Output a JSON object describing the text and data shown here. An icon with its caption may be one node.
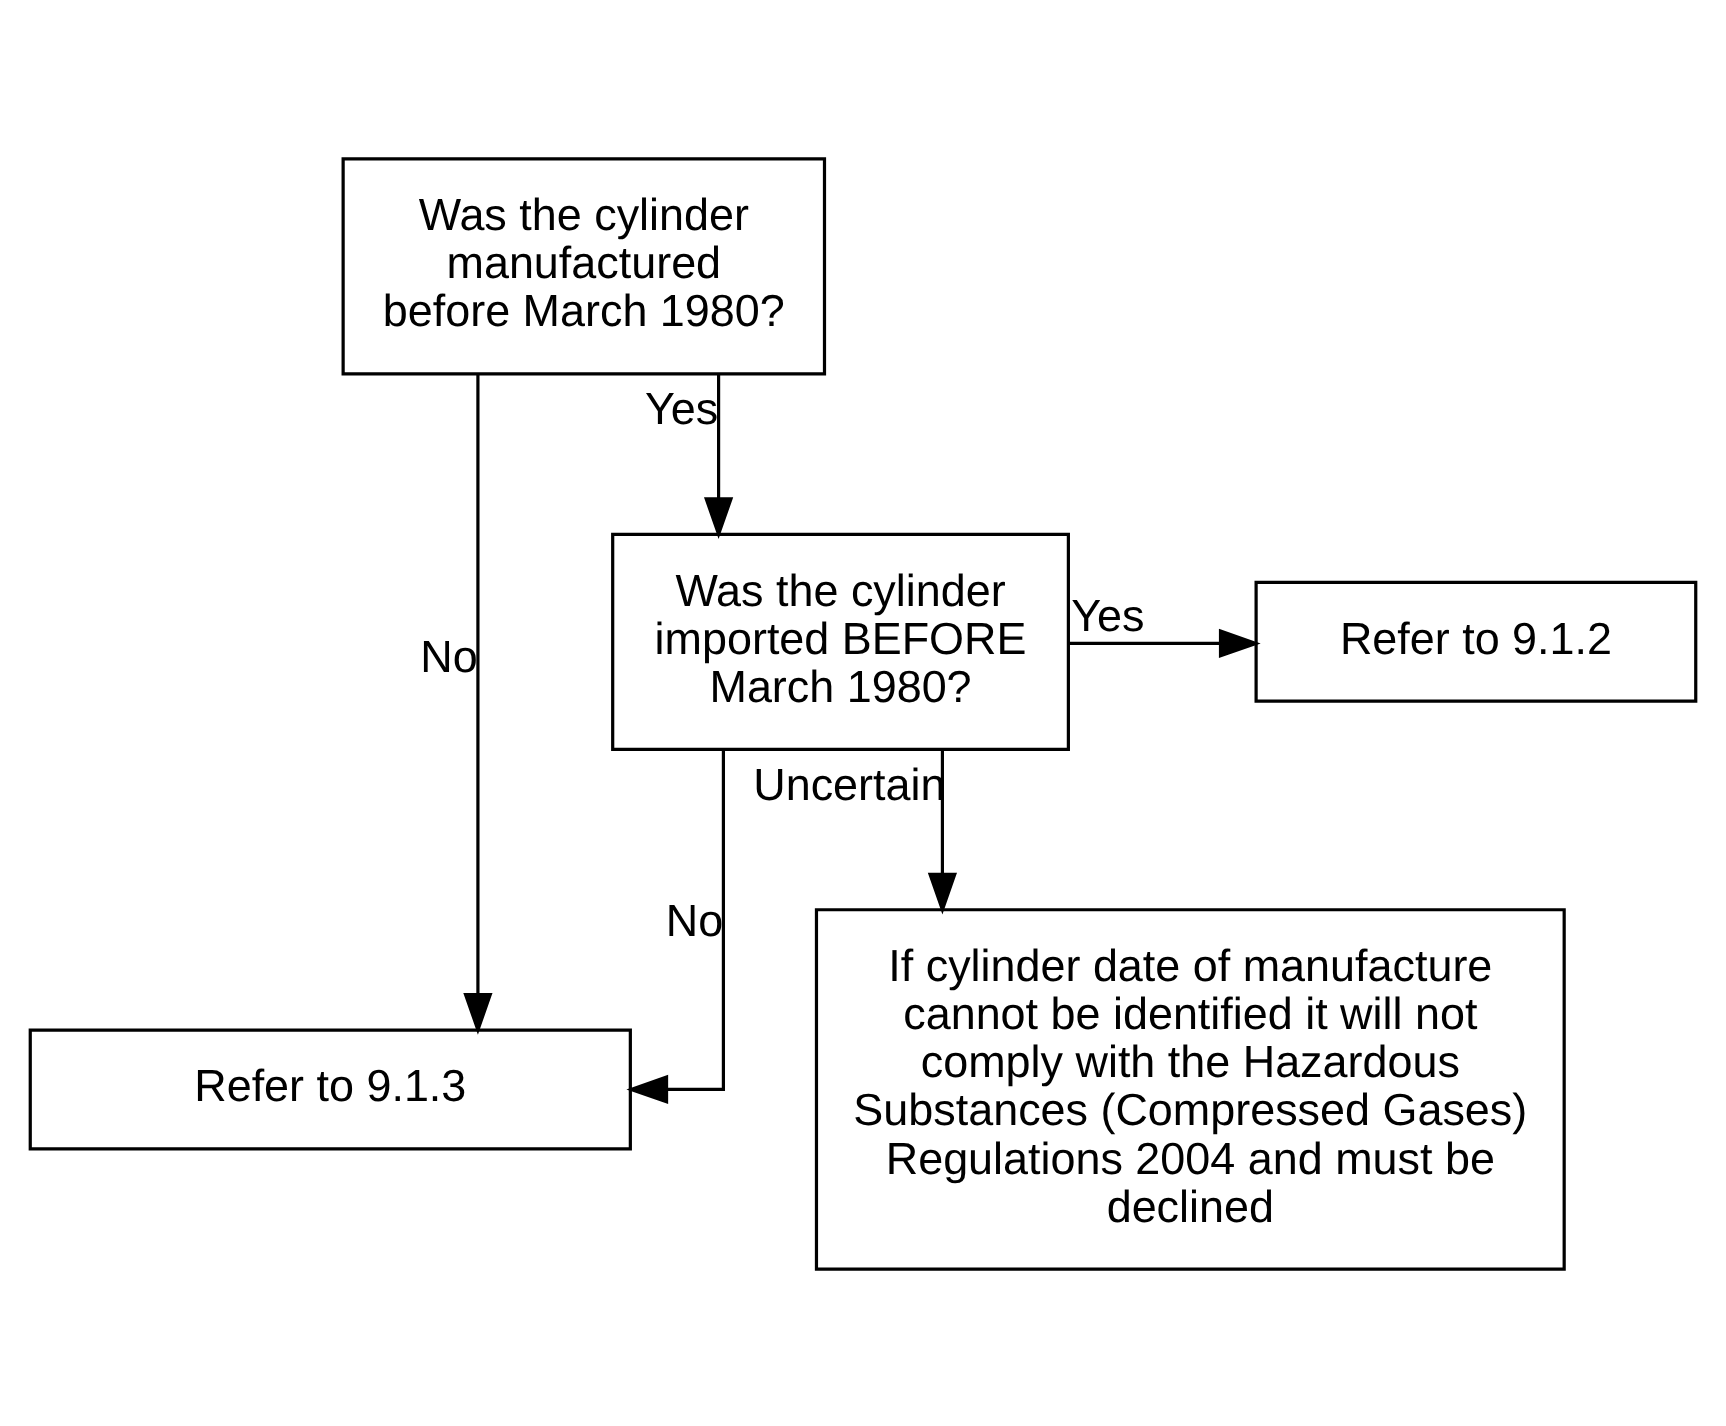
{
  "diagram": {
    "nodes": [
      {
        "text": [
          "Was the cylinder manufactured before March 1980?"
        ]
      },
      {
        "text": [
          "Was the cylinder imported BEFORE March 1980?"
        ]
      },
      {
        "text": [
          "Refer to 9.1.2"
        ]
      },
      {
        "text": [
          "Refer to 9.1.3"
        ]
      },
      {
        "text": [
          "If cylinder date of manufacture cannot be identified it will not comply with the Hazardous Substances (Compressed Gases) Regulations 2004 and must be declined"
        ]
      }
    ],
    "edges": [
      {
        "from": 0,
        "to": 3,
        "arrow": "to",
        "label": "No"
      },
      {
        "from": 0,
        "to": 1,
        "arrow": "to",
        "label": "Yes"
      },
      {
        "from": 1,
        "to": 3,
        "arrow": "to",
        "label": "No"
      },
      {
        "from": 1,
        "to": 2,
        "arrow": "to",
        "label": "Yes"
      },
      {
        "from": 1,
        "to": 4,
        "arrow": "to",
        "label": "Uncertain"
      }
    ]
  }
}
